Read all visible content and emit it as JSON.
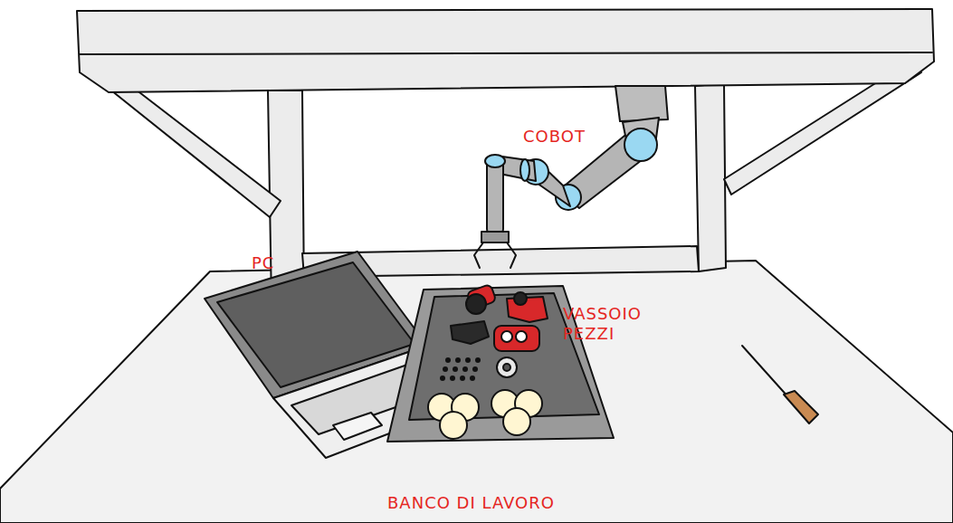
{
  "diagram": {
    "labels": [
      "COBOT",
      "PC",
      "VASSOIO PEZZI",
      "BANCO DI LAVORO"
    ]
  }
}
